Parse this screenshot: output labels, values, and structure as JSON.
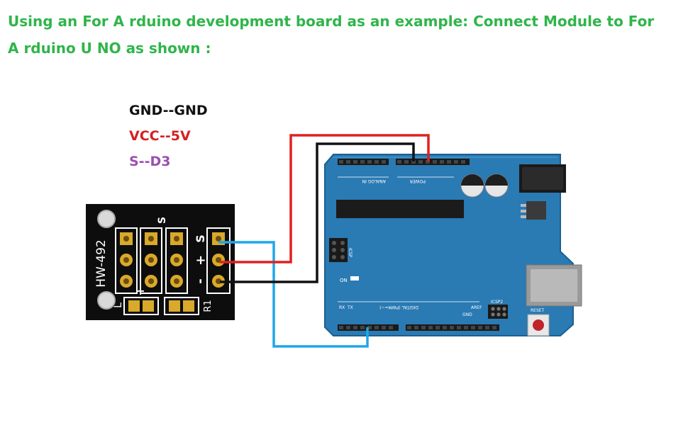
{
  "heading": {
    "line1": "Using an For A rduino development board as an example: Connect Module to For",
    "line2": "A rduino U NO as shown :"
  },
  "connections": [
    {
      "label": "GND--GND",
      "color": "#111111"
    },
    {
      "label": "VCC--5V",
      "color": "#d42020"
    },
    {
      "label": "S--D3",
      "color": "#9b4fb0"
    }
  ],
  "module": {
    "model": "HW-492",
    "pin_labels": [
      "S",
      "+",
      "-"
    ],
    "silk_s": "S",
    "silk_plus": "+",
    "silk_l": "L",
    "silk_r1": "R1"
  },
  "arduino": {
    "power_header_label": "POWER",
    "analog_header_label": "ANALOG IN",
    "digital_header_label": "DIGITAL (PWM=~)",
    "icsp_label": "ICSP",
    "icsp2_label": "ICSP2",
    "reset_label": "RESET",
    "on_label": "ON",
    "tx_label": "TX",
    "rx_label": "RX",
    "aref_label": "AREF",
    "gnd_label": "GND"
  },
  "colors": {
    "heading": "#2fb54a",
    "board": "#2a7ab3",
    "wire_gnd": "#111111",
    "wire_vcc": "#e02020",
    "wire_signal": "#1ea7e8",
    "module_pcb": "#0d0d0d",
    "pad_gold": "#d9a92a"
  }
}
